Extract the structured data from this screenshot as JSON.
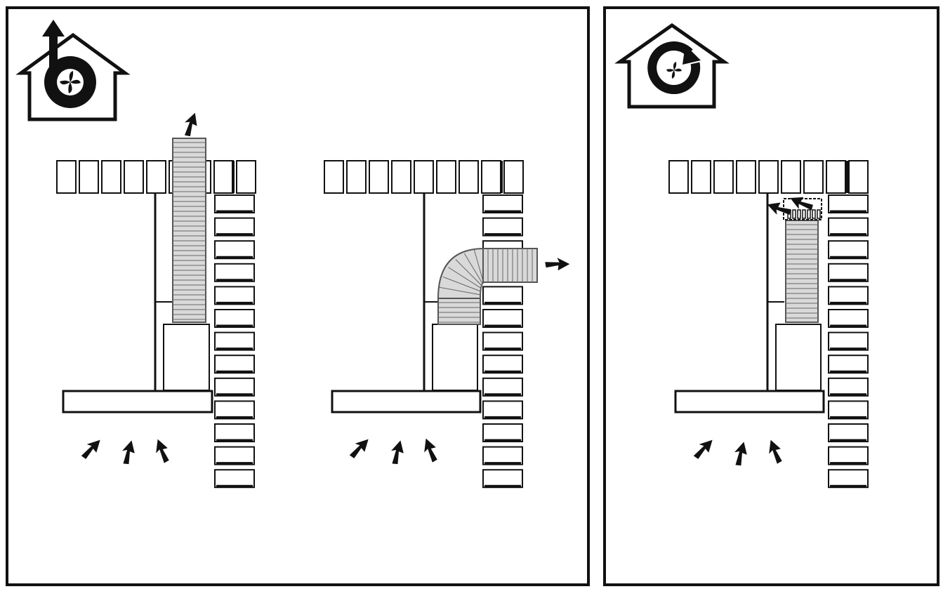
{
  "panels": [
    {
      "id": "ducted-exhaust",
      "mode_icon": "ducted-exhaust-icon",
      "scenes": [
        {
          "id": "vertical-duct",
          "duct": "straight-vertical",
          "airflow_in_arrows": 3,
          "airflow_out_arrows": 1
        },
        {
          "id": "elbow-duct",
          "duct": "elbow-horizontal",
          "airflow_in_arrows": 3,
          "airflow_out_arrows": 1
        }
      ]
    },
    {
      "id": "recirculation",
      "mode_icon": "recirculation-icon",
      "scenes": [
        {
          "id": "recirculation-hood",
          "duct": "short-vertical-with-filter",
          "airflow_in_arrows": 3,
          "airflow_out_arrows": 2
        }
      ]
    }
  ],
  "colors": {
    "line": "#111111",
    "duct_fill": "#d9d9d9",
    "background": "#ffffff"
  }
}
